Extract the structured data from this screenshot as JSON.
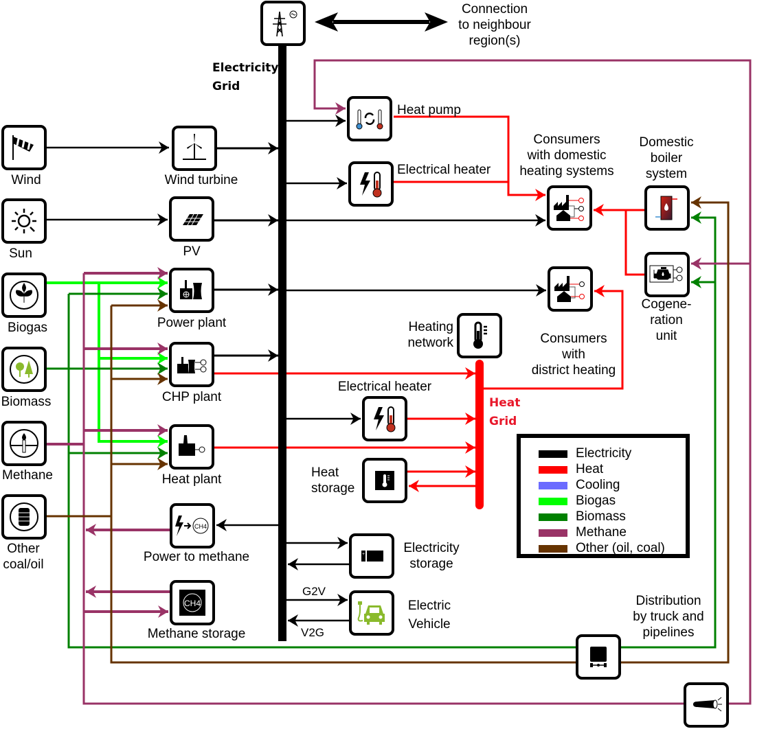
{
  "colors": {
    "electricity": "#000000",
    "heat": "#ff0000",
    "cooling": "#6b6bff",
    "biogas": "#00ff00",
    "biomass": "#008000",
    "methane": "#993366",
    "other": "#663300",
    "heat_grid_label": "#e8172a"
  },
  "labels": {
    "electricity_grid_line1": "Electricity",
    "electricity_grid_line2": "Grid",
    "connection_line1": "Connection",
    "connection_line2": "to neighbour",
    "connection_line3": "region(s)",
    "wind": "Wind",
    "wind_turbine": "Wind turbine",
    "sun": "Sun",
    "pv": "PV",
    "biogas": "Biogas",
    "power_plant": "Power plant",
    "biomass": "Biomass",
    "chp_plant": "CHP plant",
    "methane": "Methane",
    "heat_plant": "Heat plant",
    "other_line1": "Other",
    "other_line2": "coal/oil",
    "power_to_methane": "Power to methane",
    "methane_storage": "Methane storage",
    "heat_pump": "Heat pump",
    "electrical_heater_top": "Electrical heater",
    "consumers_domestic_line1": "Consumers",
    "consumers_domestic_line2": "with domestic",
    "consumers_domestic_line3": "heating systems",
    "domestic_boiler_line1": "Domestic",
    "domestic_boiler_line2": "boiler",
    "domestic_boiler_line3": "system",
    "cogeneration_line1": "Cogene-",
    "cogeneration_line2": "ration",
    "cogeneration_line3": "unit",
    "consumers_district_line1": "Consumers",
    "consumers_district_line2": "with",
    "consumers_district_line3": "district heating",
    "heating_network_line1": "Heating",
    "heating_network_line2": "network",
    "electrical_heater_bottom": "Electrical heater",
    "heat_grid_line1": "Heat",
    "heat_grid_line2": "Grid",
    "heat_storage_line1": "Heat",
    "heat_storage_line2": "storage",
    "electricity_storage_line1": "Electricity",
    "electricity_storage_line2": "storage",
    "g2v": "G2V",
    "v2g": "V2G",
    "electric_vehicle_line1": "Electric",
    "electric_vehicle_line2": "Vehicle",
    "distribution_line1": "Distribution",
    "distribution_line2": "by truck and",
    "distribution_line3": "pipelines"
  },
  "legend": {
    "items": [
      {
        "label": "Electricity",
        "color": "#000000"
      },
      {
        "label": "Heat",
        "color": "#ff0000"
      },
      {
        "label": "Cooling",
        "color": "#6b6bff"
      },
      {
        "label": "Biogas",
        "color": "#00ff00"
      },
      {
        "label": "Biomass",
        "color": "#008000"
      },
      {
        "label": "Methane",
        "color": "#993366"
      },
      {
        "label": "Other (oil, coal)",
        "color": "#663300"
      }
    ]
  },
  "icons": {
    "grid_connection": "transmission-tower-icon",
    "wind": "windsock-icon",
    "wind_turbine": "wind-turbine-icon",
    "sun": "sun-icon",
    "pv": "solar-panel-icon",
    "biogas": "biogas-leaf-icon",
    "power_plant": "power-plant-icon",
    "biomass": "trees-icon",
    "chp_plant": "chp-plant-icon",
    "methane": "gas-flame-icon",
    "heat_plant": "heat-plant-icon",
    "other": "oil-barrel-icon",
    "power_to_methane": "power-to-methane-icon",
    "methane_storage": "ch4-storage-icon",
    "heat_pump": "heat-pump-icon",
    "electrical_heater": "electrical-heater-icon",
    "consumers": "factory-house-icon",
    "domestic_boiler": "boiler-icon",
    "cogeneration": "engine-icon",
    "heating_network": "thermometer-icon",
    "heat_storage": "heat-storage-icon",
    "electricity_storage": "battery-icon",
    "electric_vehicle": "electric-car-icon",
    "truck": "truck-icon",
    "pipeline": "pipeline-icon"
  },
  "icon_text": {
    "ch4": "CH4"
  }
}
